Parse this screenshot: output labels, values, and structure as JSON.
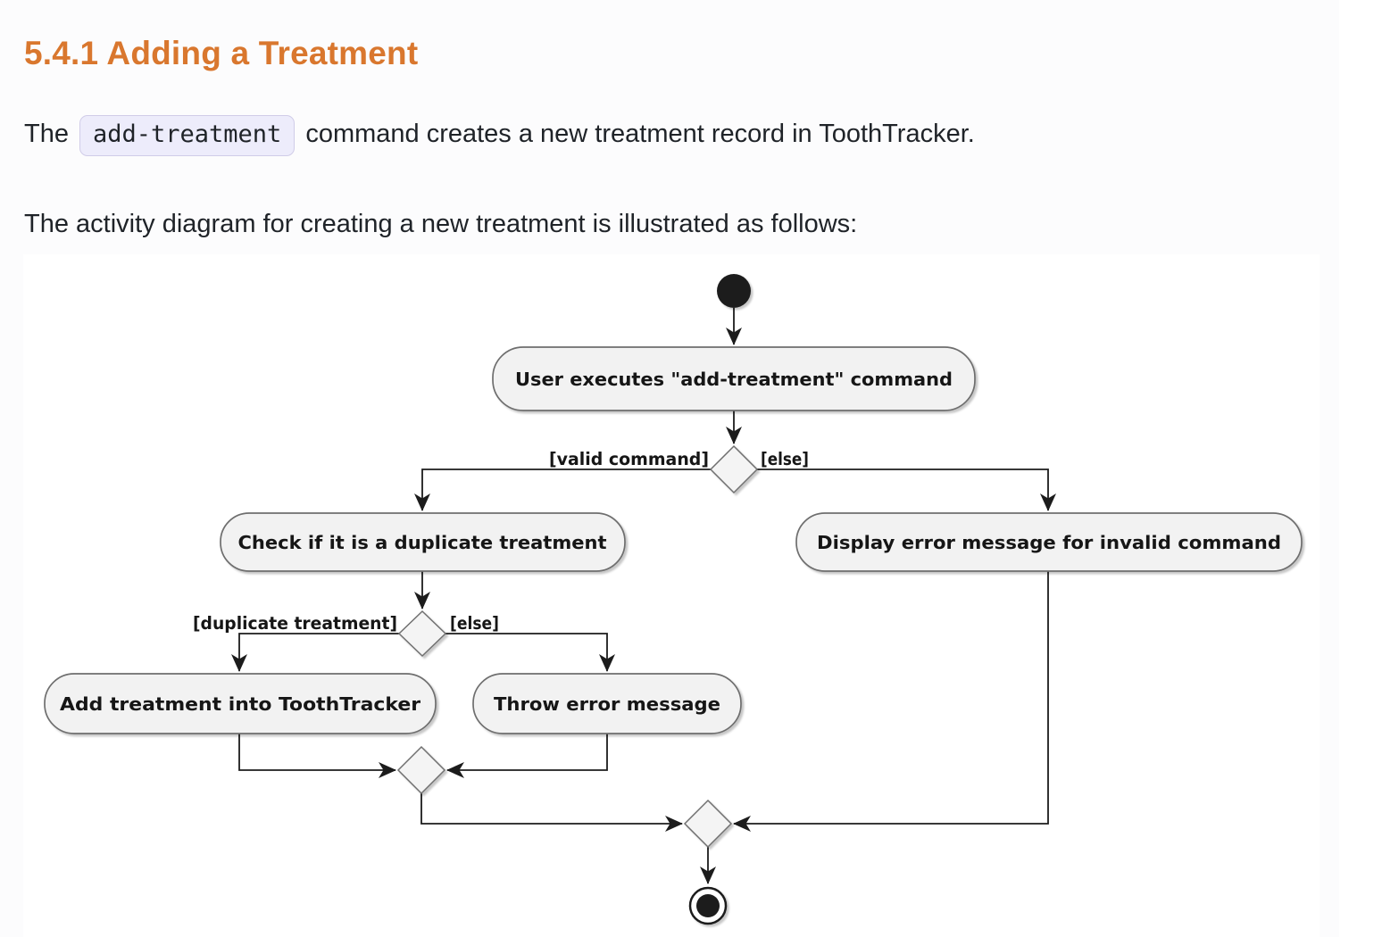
{
  "page": {
    "heading": "5.4.1 Adding a Treatment",
    "intro": {
      "before_code": "The",
      "code": "add-treatment",
      "after_code": "command creates a new treatment record in ToothTracker."
    },
    "diagram_caption": "The activity diagram for creating a new treatment is illustrated as follows:"
  },
  "colors": {
    "heading": "#d9772e",
    "body_text": "#1f2328",
    "code_bg": "#edecfb",
    "code_border": "#d0cce8",
    "page_bg": "#fcfcfd",
    "diagram_bg": "#ffffff",
    "node_fill": "#f2f2f2",
    "node_stroke": "#6e6e6e",
    "edge": "#1c1c1c"
  },
  "diagram": {
    "type": "activity",
    "start_node": "initial-state",
    "end_node": "final-state",
    "activities": {
      "execute": "User executes \"add-treatment\" command",
      "check_duplicate": "Check if it is a duplicate treatment",
      "display_error": "Display error message for invalid command",
      "add_treatment": "Add treatment into ToothTracker",
      "throw_error": "Throw error message"
    },
    "guards": {
      "valid_command": "[valid command]",
      "valid_else": "[else]",
      "duplicate_treatment": "[duplicate treatment]",
      "duplicate_else": "[else]"
    }
  }
}
